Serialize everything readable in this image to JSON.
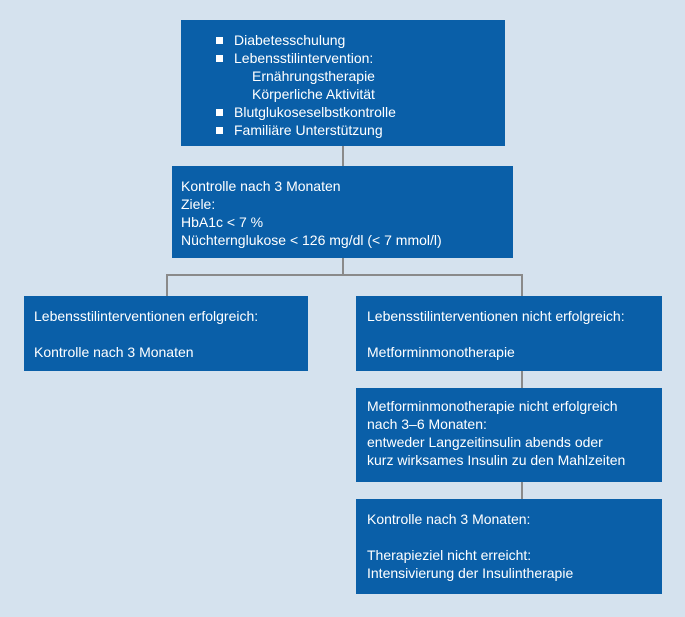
{
  "box1": {
    "items": [
      {
        "label": "Diabetesschulung",
        "sub": []
      },
      {
        "label": "Lebensstilintervention:",
        "sub": [
          "Ernährungstherapie",
          "Körperliche Aktivität"
        ]
      },
      {
        "label": "Blutglukoseselbstkontrolle",
        "sub": []
      },
      {
        "label": "Familiäre Unterstützung",
        "sub": []
      }
    ]
  },
  "box2": {
    "line1": "Kontrolle nach 3 Monaten",
    "line2": "Ziele:",
    "line3": "HbA1c < 7 %",
    "line4": "Nüchternglukose < 126 mg/dl (< 7 mmol/l)"
  },
  "box3": {
    "line1": "Lebensstilinterventionen erfolgreich:",
    "line2": "Kontrolle nach 3 Monaten"
  },
  "box4": {
    "line1": "Lebensstilinterventionen nicht erfolgreich:",
    "line2": "Metforminmonotherapie"
  },
  "box5": {
    "line1": "Metforminmonotherapie nicht erfolgreich",
    "line2": "nach 3–6 Monaten:",
    "line3": "entweder Langzeitinsulin abends oder",
    "line4": "kurz wirksames Insulin zu den Mahlzeiten"
  },
  "box6": {
    "line1": "Kontrolle nach 3 Monaten:",
    "line2": "Therapieziel nicht erreicht:",
    "line3": "Intensivierung der Insulintherapie"
  },
  "colors": {
    "background": "#d5e2ee",
    "box": "#0a5fa8",
    "connector": "#8a8a8a",
    "text": "#ffffff"
  }
}
